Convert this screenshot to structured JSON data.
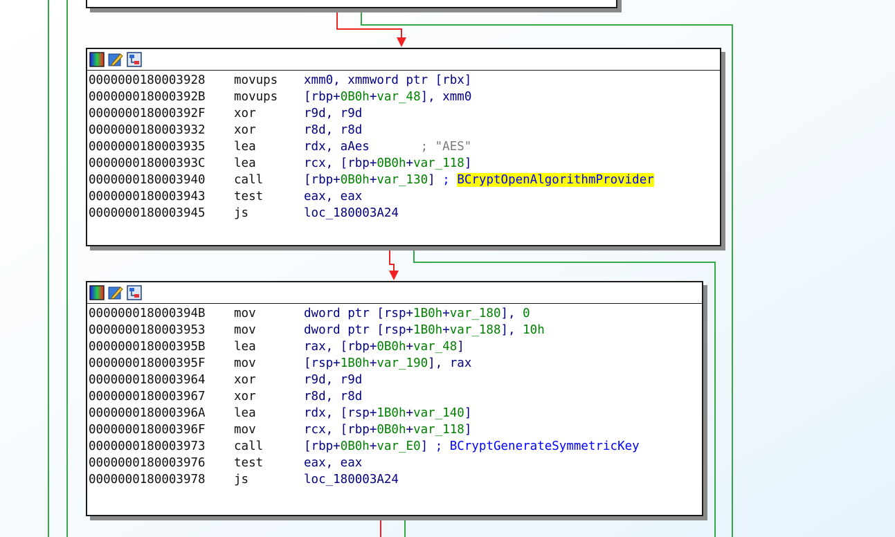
{
  "colors": {
    "edge_true": "#33aa44",
    "edge_false": "#ee2222",
    "highlight": "#ffff00",
    "operand": "#000080",
    "number": "#008000",
    "api_name": "#0000ff",
    "comment": "#7a7a7a"
  },
  "toolbar_icons": [
    "set-color-icon",
    "rename-icon",
    "graph-mode-icon"
  ],
  "block1": {
    "rows": [
      {
        "addr": "0000000180003928",
        "mn": "movups",
        "ops": [
          {
            "t": "xmm0, xmmword ptr [rbx]",
            "c": ""
          }
        ]
      },
      {
        "addr": "000000018000392B",
        "mn": "movups",
        "ops": [
          {
            "t": "[rbp+",
            "c": ""
          },
          {
            "t": "0B0h",
            "c": "num"
          },
          {
            "t": "+",
            "c": ""
          },
          {
            "t": "var_48",
            "c": "num"
          },
          {
            "t": "], xmm0",
            "c": ""
          }
        ]
      },
      {
        "addr": "000000018000392F",
        "mn": "xor",
        "ops": [
          {
            "t": "r9d, r9d",
            "c": ""
          }
        ]
      },
      {
        "addr": "0000000180003932",
        "mn": "xor",
        "ops": [
          {
            "t": "r8d, r8d",
            "c": ""
          }
        ]
      },
      {
        "addr": "0000000180003935",
        "mn": "lea",
        "ops": [
          {
            "t": "rdx, aAes       ",
            "c": ""
          },
          {
            "t": "; \"AES\"",
            "c": "cmt"
          }
        ]
      },
      {
        "addr": "000000018000393C",
        "mn": "lea",
        "ops": [
          {
            "t": "rcx, [rbp+",
            "c": ""
          },
          {
            "t": "0B0h",
            "c": "num"
          },
          {
            "t": "+",
            "c": ""
          },
          {
            "t": "var_118",
            "c": "num"
          },
          {
            "t": "]",
            "c": ""
          }
        ]
      },
      {
        "addr": "0000000180003940",
        "mn": "call",
        "ops": [
          {
            "t": "[rbp+",
            "c": ""
          },
          {
            "t": "0B0h",
            "c": "num"
          },
          {
            "t": "+",
            "c": ""
          },
          {
            "t": "var_130",
            "c": "num"
          },
          {
            "t": "] ",
            "c": ""
          },
          {
            "t": "; ",
            "c": "api"
          },
          {
            "t": "BCryptOpenAlgorithmProvider",
            "c": "hl"
          }
        ]
      },
      {
        "addr": "0000000180003943",
        "mn": "test",
        "ops": [
          {
            "t": "eax, eax",
            "c": ""
          }
        ]
      },
      {
        "addr": "0000000180003945",
        "mn": "js",
        "ops": [
          {
            "t": "loc_180003A24",
            "c": ""
          }
        ]
      }
    ]
  },
  "block2": {
    "rows": [
      {
        "addr": "000000018000394B",
        "mn": "mov",
        "ops": [
          {
            "t": "dword ptr [rsp+",
            "c": ""
          },
          {
            "t": "1B0h",
            "c": "num"
          },
          {
            "t": "+",
            "c": ""
          },
          {
            "t": "var_180",
            "c": "num"
          },
          {
            "t": "], ",
            "c": ""
          },
          {
            "t": "0",
            "c": "num"
          }
        ]
      },
      {
        "addr": "0000000180003953",
        "mn": "mov",
        "ops": [
          {
            "t": "dword ptr [rsp+",
            "c": ""
          },
          {
            "t": "1B0h",
            "c": "num"
          },
          {
            "t": "+",
            "c": ""
          },
          {
            "t": "var_188",
            "c": "num"
          },
          {
            "t": "], ",
            "c": ""
          },
          {
            "t": "10h",
            "c": "num"
          }
        ]
      },
      {
        "addr": "000000018000395B",
        "mn": "lea",
        "ops": [
          {
            "t": "rax, [rbp+",
            "c": ""
          },
          {
            "t": "0B0h",
            "c": "num"
          },
          {
            "t": "+",
            "c": ""
          },
          {
            "t": "var_48",
            "c": "num"
          },
          {
            "t": "]",
            "c": ""
          }
        ]
      },
      {
        "addr": "000000018000395F",
        "mn": "mov",
        "ops": [
          {
            "t": "[rsp+",
            "c": ""
          },
          {
            "t": "1B0h",
            "c": "num"
          },
          {
            "t": "+",
            "c": ""
          },
          {
            "t": "var_190",
            "c": "num"
          },
          {
            "t": "], rax",
            "c": ""
          }
        ]
      },
      {
        "addr": "0000000180003964",
        "mn": "xor",
        "ops": [
          {
            "t": "r9d, r9d",
            "c": ""
          }
        ]
      },
      {
        "addr": "0000000180003967",
        "mn": "xor",
        "ops": [
          {
            "t": "r8d, r8d",
            "c": ""
          }
        ]
      },
      {
        "addr": "000000018000396A",
        "mn": "lea",
        "ops": [
          {
            "t": "rdx, [rsp+",
            "c": ""
          },
          {
            "t": "1B0h",
            "c": "num"
          },
          {
            "t": "+",
            "c": ""
          },
          {
            "t": "var_140",
            "c": "num"
          },
          {
            "t": "]",
            "c": ""
          }
        ]
      },
      {
        "addr": "000000018000396F",
        "mn": "mov",
        "ops": [
          {
            "t": "rcx, [rbp+",
            "c": ""
          },
          {
            "t": "0B0h",
            "c": "num"
          },
          {
            "t": "+",
            "c": ""
          },
          {
            "t": "var_118",
            "c": "num"
          },
          {
            "t": "]",
            "c": ""
          }
        ]
      },
      {
        "addr": "0000000180003973",
        "mn": "call",
        "ops": [
          {
            "t": "[rbp+",
            "c": ""
          },
          {
            "t": "0B0h",
            "c": "num"
          },
          {
            "t": "+",
            "c": ""
          },
          {
            "t": "var_E0",
            "c": "num"
          },
          {
            "t": "] ",
            "c": ""
          },
          {
            "t": "; BCryptGenerateSymmetricKey",
            "c": "api"
          }
        ]
      },
      {
        "addr": "0000000180003976",
        "mn": "test",
        "ops": [
          {
            "t": "eax, eax",
            "c": ""
          }
        ]
      },
      {
        "addr": "0000000180003978",
        "mn": "js",
        "ops": [
          {
            "t": "loc_180003A24",
            "c": ""
          }
        ]
      }
    ]
  }
}
